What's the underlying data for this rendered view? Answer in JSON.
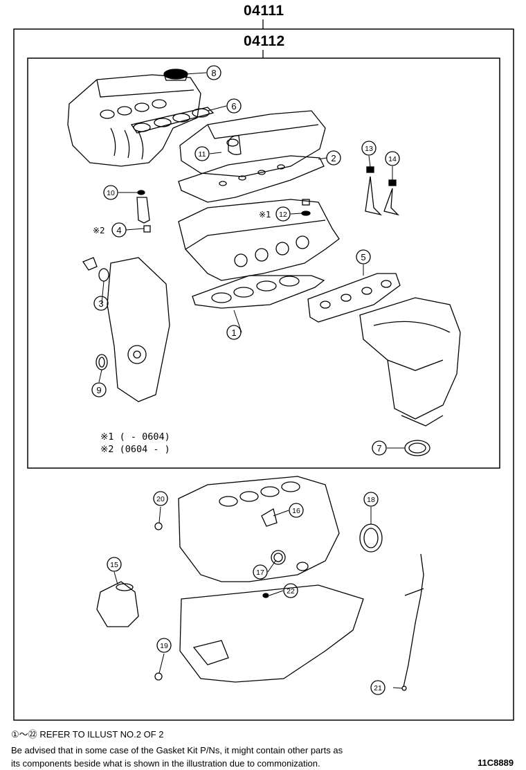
{
  "kit_numbers": {
    "outer": "04111",
    "inner": "04112"
  },
  "callouts": [
    "1",
    "2",
    "3",
    "4",
    "5",
    "6",
    "7",
    "8",
    "9",
    "10",
    "11",
    "12",
    "13",
    "14",
    "15",
    "16",
    "17",
    "18",
    "19",
    "20",
    "21",
    "22"
  ],
  "marks": {
    "m1": "※1",
    "m2": "※2"
  },
  "notes": {
    "note1": "※1 (        - 0604)",
    "note2": "※2 (0604 -        )"
  },
  "footer": {
    "range_start": "①",
    "range_sep": "～",
    "range_end": "㉒",
    "refer_text": "REFER TO ILLUST NO.2 OF 2",
    "advice_line1": "Be advised that in some case of the Gasket Kit P/Ns,  it might contain other parts as",
    "advice_line2": "its components beside what is shown in the illustration due to commonization.",
    "illust_code": "11C8889"
  }
}
